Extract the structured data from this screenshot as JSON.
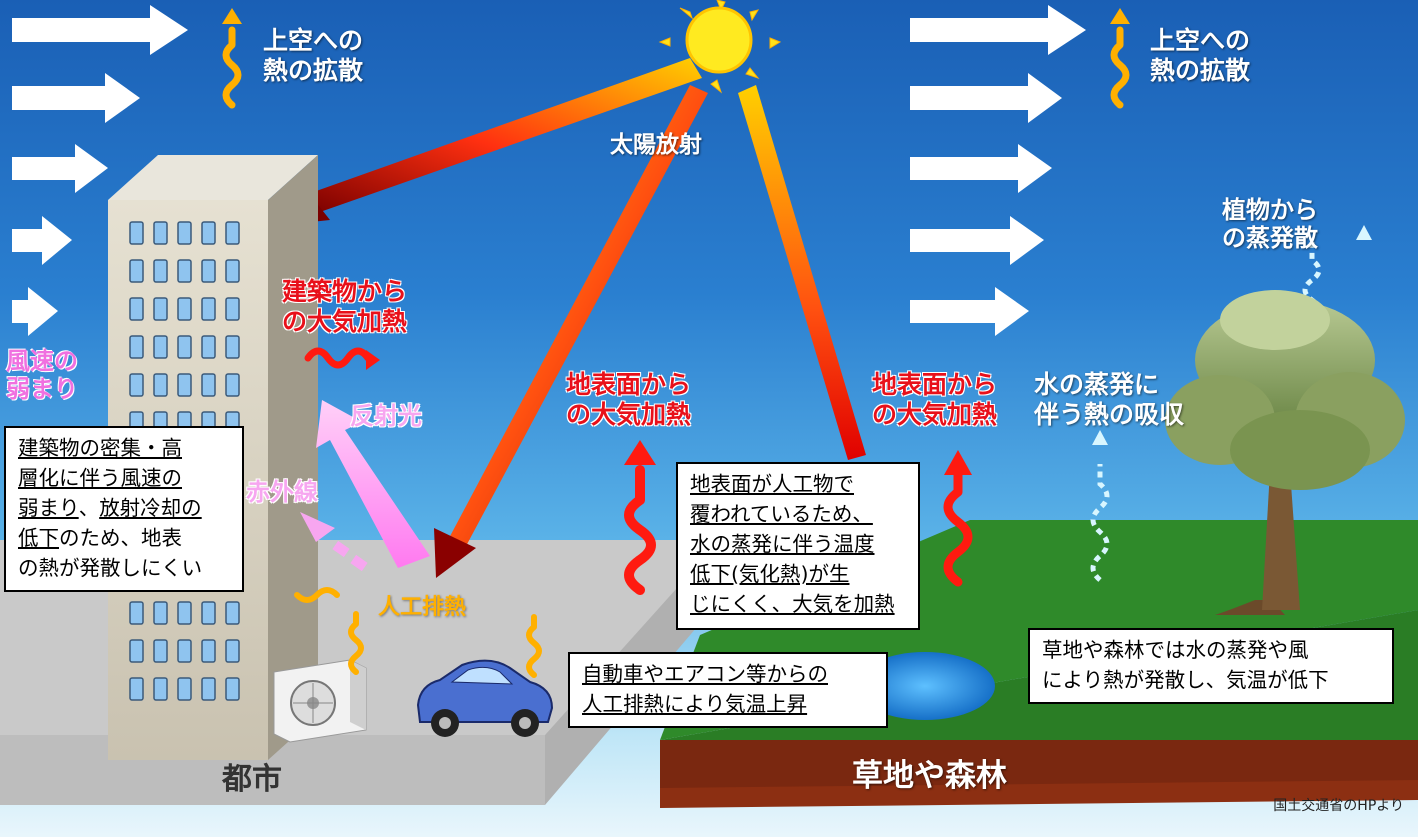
{
  "labels": {
    "heat_diffusion_left": "上空への\n熱の拡散",
    "heat_diffusion_right": "上空への\n熱の拡散",
    "solar_radiation": "太陽放射",
    "building_heating": "建築物から\nの大気加熱",
    "wind_weakening": "風速の\n弱まり",
    "reflected_light": "反射光",
    "infrared": "赤外線",
    "artificial_heat": "人工排熱",
    "ground_heating_left": "地表面から\nの大気加熱",
    "ground_heating_right": "地表面から\nの大気加熱",
    "plant_evaporation": "植物から\nの蒸発散",
    "water_evaporation": "水の蒸発に\n伴う熱の吸収",
    "city": "都市",
    "grassland_forest": "草地や森林"
  },
  "boxes": {
    "building": {
      "underlined_lines": [
        "建築物の密集・高",
        "層化に伴う風速の",
        "弱まり",
        "放射冷却の",
        "低下"
      ],
      "line1": "建築物の密集・高",
      "line2": "層化に伴う風速の",
      "line3a": "弱まり",
      "line3b": "、",
      "line3c": "放射冷却の",
      "line4a": "低下",
      "line4b": "のため、地表",
      "line5": "の熱が発散しにくい"
    },
    "ground": {
      "line1": "地表面が人工物で",
      "line2": "覆われているため、",
      "line3": "水の蒸発に伴う温度",
      "line4": "低下(気化熱)が生",
      "line5": "じにくく、大気を加熱"
    },
    "car": {
      "line1": "自動車やエアコン等からの",
      "line2": "人工排熱により気温上昇"
    },
    "grass": {
      "line1": "草地や森林では水の蒸発や風",
      "line2": "により熱が発散し、気温が低下"
    }
  },
  "credit": "国土交通省のHPより",
  "colors": {
    "sky_top": "#1a5fb5",
    "sky_bottom": "#e9f6fc",
    "ground_green": "#2f8a2a",
    "soil_brown": "#7a2a10",
    "city_ground": "#cfcfcf",
    "sun": "#ffe21a",
    "heat_red": "#e8101a",
    "heat_orange": "#ffb000",
    "infrared_pink": "#f070e0",
    "water_blue": "#1e88d8"
  },
  "icons": [
    "sun-icon",
    "wind-arrow-icon",
    "heat-wave-icon",
    "building-icon",
    "air-conditioner-icon",
    "car-icon",
    "tree-icon",
    "pond-icon",
    "vapor-arrow-icon"
  ]
}
